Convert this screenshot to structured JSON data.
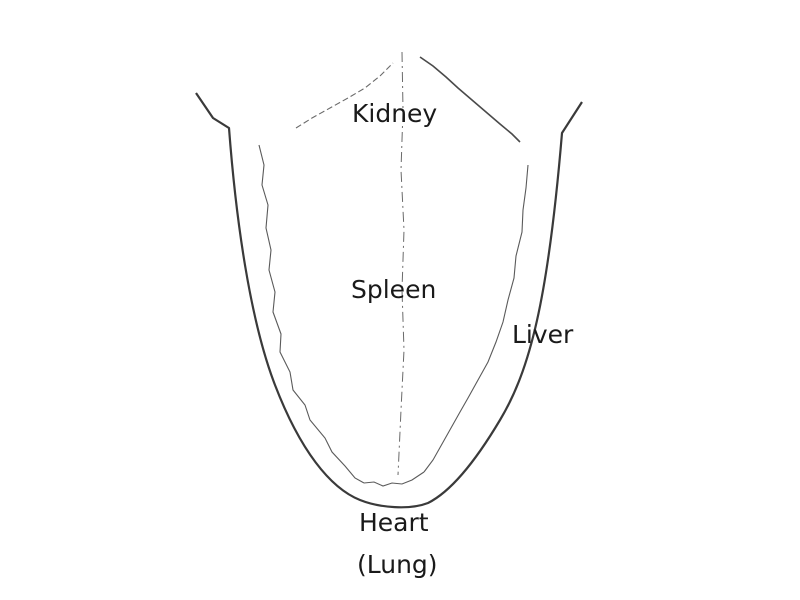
{
  "diagram": {
    "labels": {
      "kidney": "Kidney",
      "spleen": "Spleen",
      "liver": "Liver",
      "heart": "Heart",
      "lung": "(Lung)"
    },
    "colors": {
      "outline": "#3a3a3a",
      "text": "#1a1a1a",
      "background": "#ffffff"
    }
  }
}
